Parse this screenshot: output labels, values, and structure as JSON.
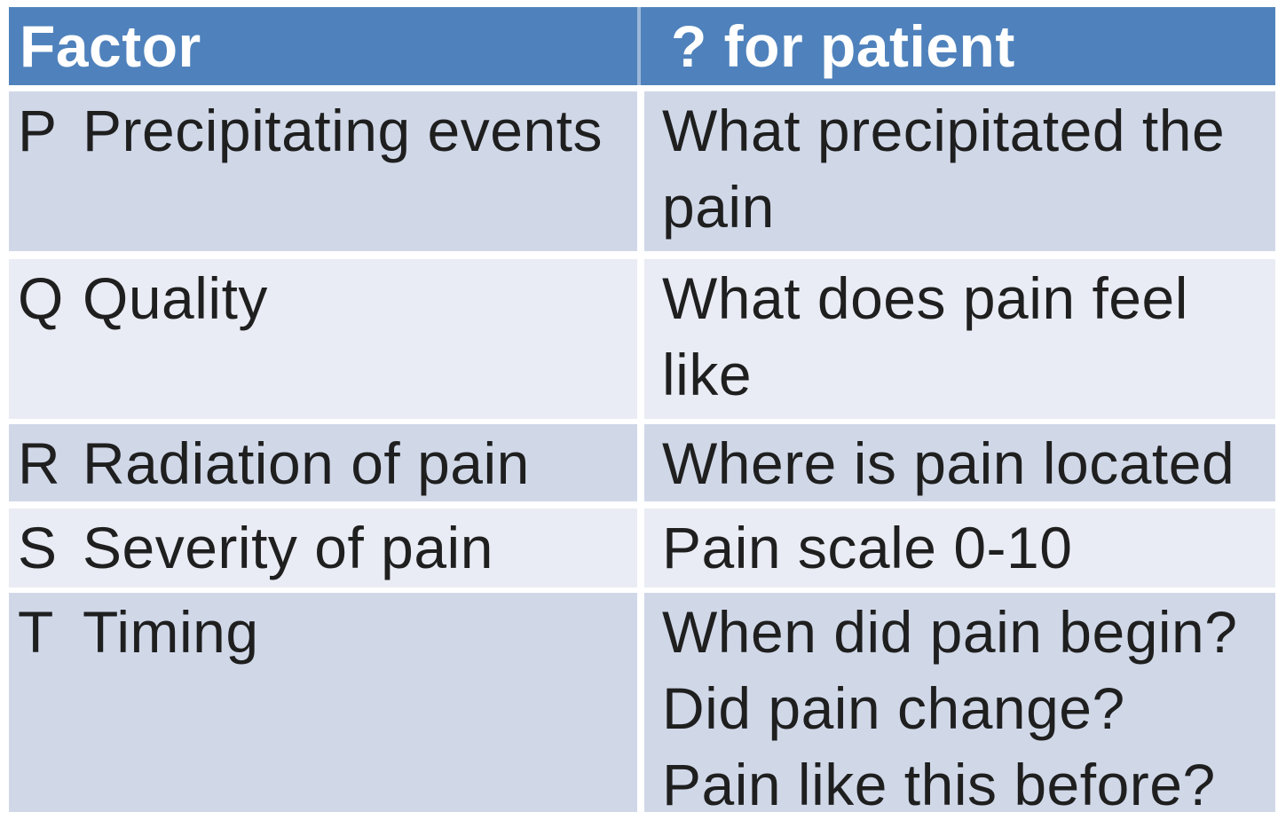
{
  "table": {
    "header": {
      "factor": "Factor",
      "question": "? for patient"
    },
    "rows": [
      {
        "letter": "P",
        "factor": "Precipitating events",
        "question_lines": [
          "What precipitated the",
          "pain"
        ]
      },
      {
        "letter": "Q",
        "factor": "Quality",
        "question_lines": [
          "What does pain feel",
          "like"
        ]
      },
      {
        "letter": "R",
        "factor": "Radiation of pain",
        "question_lines": [
          "Where is pain located"
        ]
      },
      {
        "letter": "S",
        "factor": "Severity of pain",
        "question_lines": [
          "Pain scale 0-10"
        ]
      },
      {
        "letter": "T",
        "factor": "Timing",
        "question_lines": [
          "When did pain begin?",
          "Did pain change?",
          "Pain like this before?"
        ]
      }
    ],
    "colors": {
      "header_bg": "#4f82bc",
      "header_text": "#ffffff",
      "band_dark": "#d0d8e8",
      "band_light": "#e9ecf4",
      "body_text": "#1f1f1f"
    }
  }
}
